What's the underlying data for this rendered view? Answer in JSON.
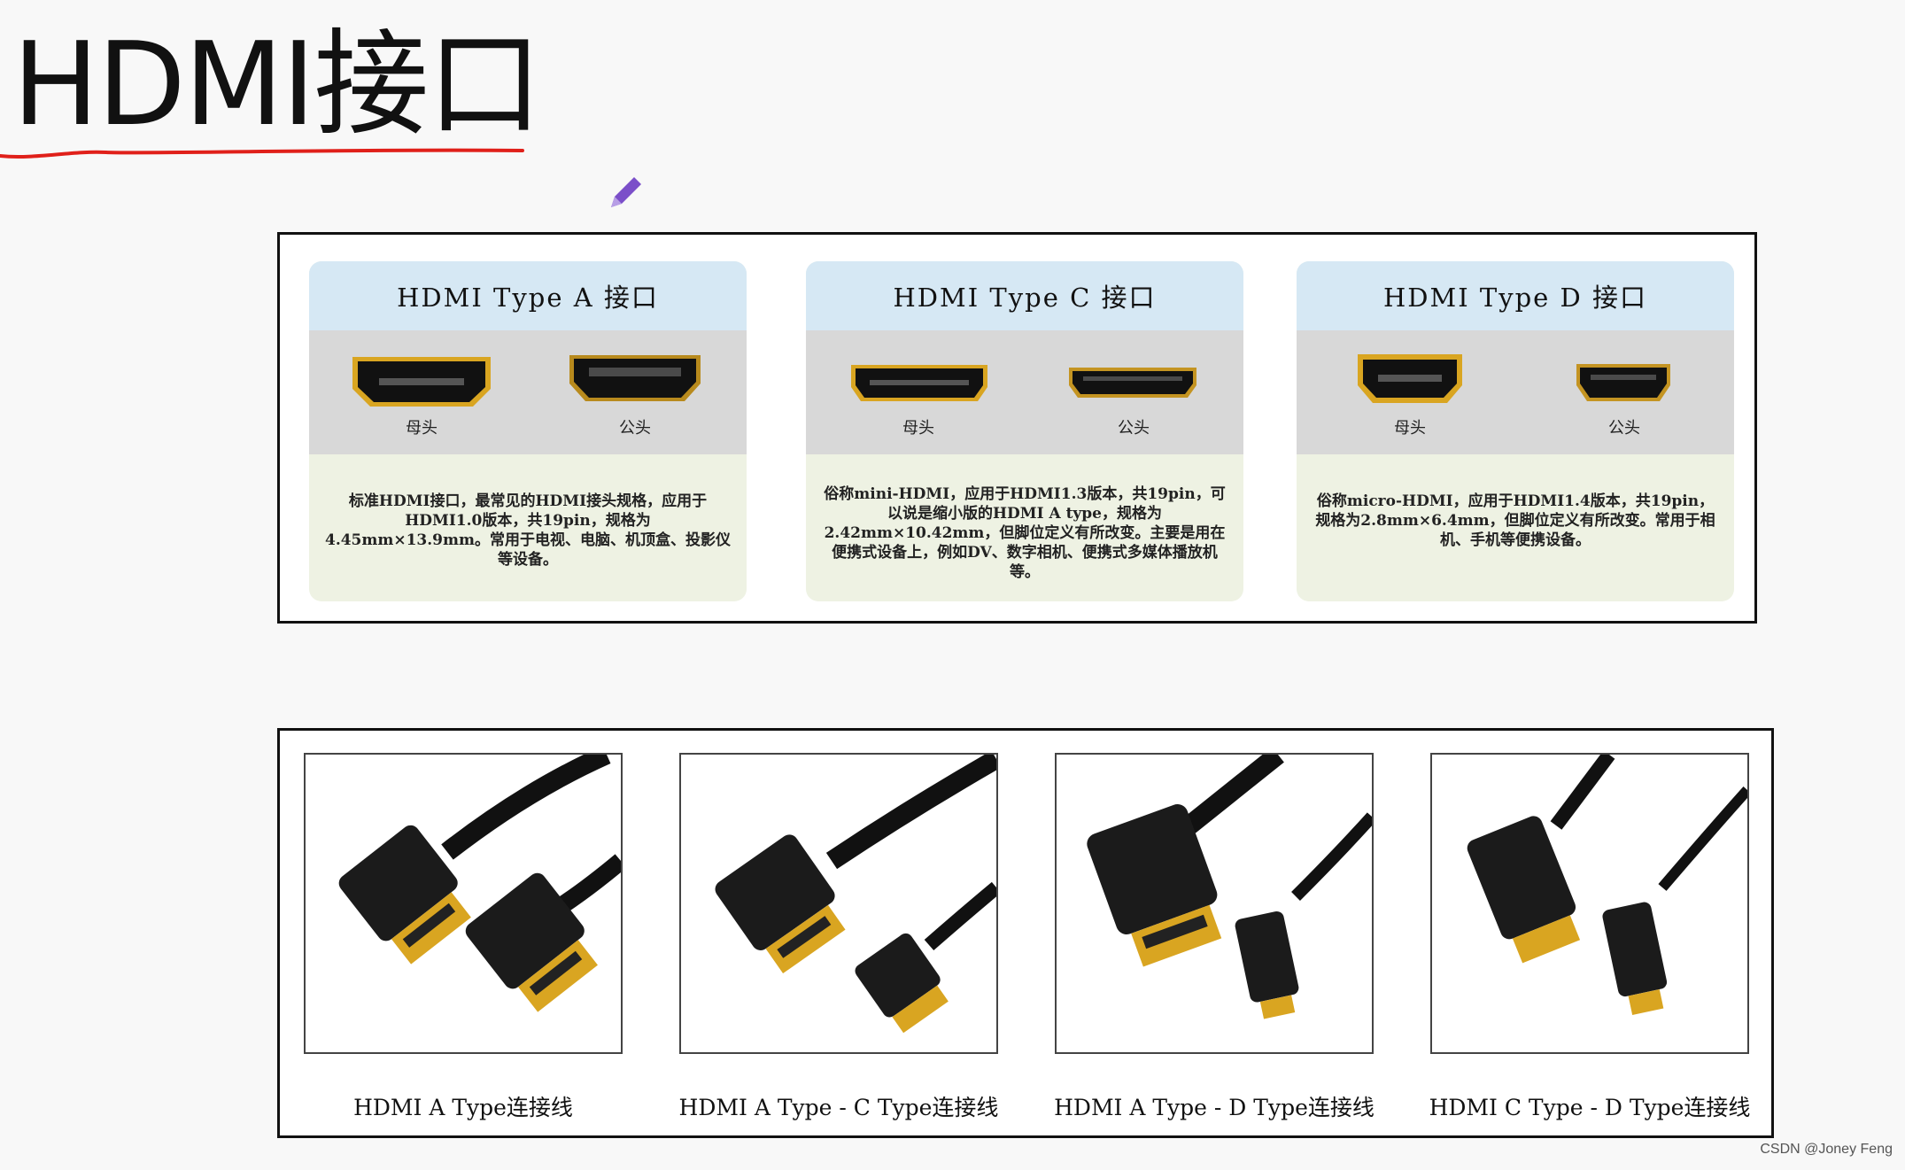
{
  "page": {
    "title": "HDMI接口",
    "watermark": "CSDN @Joney Feng"
  },
  "interfaces": [
    {
      "heading": "HDMI Type A 接口",
      "female": "母头",
      "male": "公头",
      "desc": "标准HDMI接口，最常见的HDMI接头规格，应用于HDMI1.0版本，共19pin，规格为4.45mm×13.9mm。常用于电视、电脑、机顶盒、投影仪等设备。"
    },
    {
      "heading": "HDMI Type C 接口",
      "female": "母头",
      "male": "公头",
      "desc": "俗称mini-HDMI，应用于HDMI1.3版本，共19pin，可以说是缩小版的HDMI A type，规格为2.42mm×10.42mm，但脚位定义有所改变。主要是用在便携式设备上，例如DV、数字相机、便携式多媒体播放机等。"
    },
    {
      "heading": "HDMI Type D 接口",
      "female": "母头",
      "male": "公头",
      "desc": "俗称micro-HDMI，应用于HDMI1.4版本，共19pin，规格为2.8mm×6.4mm，但脚位定义有所改变。常用于相机、手机等便携设备。"
    }
  ],
  "cables": [
    {
      "caption": "HDMI A Type连接线"
    },
    {
      "caption": "HDMI A Type - C Type连接线"
    },
    {
      "caption": "HDMI A Type - D Type连接线"
    },
    {
      "caption": "HDMI C Type - D Type连接线"
    }
  ],
  "colors": {
    "underline": "#e0201a",
    "pen": "#7b4fc9",
    "header": "#d6e8f4",
    "gold": "#d9a521"
  },
  "icons": {
    "pen": "pen-icon"
  }
}
